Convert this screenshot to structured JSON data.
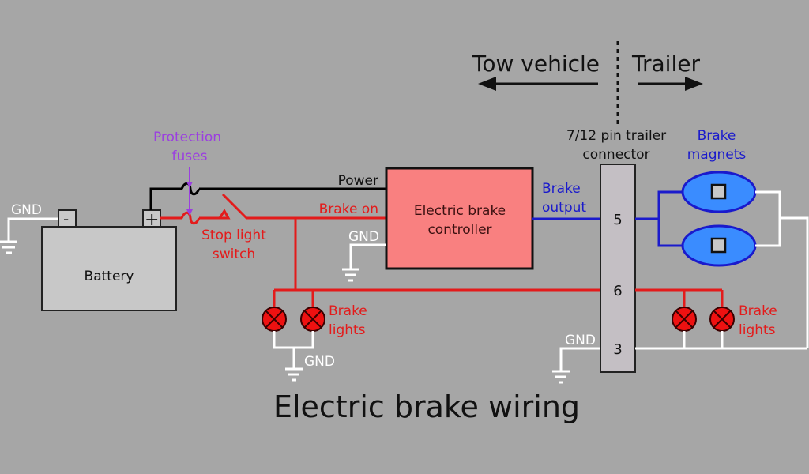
{
  "title": "Electric brake wiring",
  "header": {
    "left": "Tow vehicle",
    "right": "Trailer"
  },
  "colors": {
    "background": "#a6a6a6",
    "power": "#000000",
    "brake_on": "#e31b1b",
    "brake_output": "#1a1acc",
    "ground": "#ffffff",
    "fuse_label": "#9b3fe0",
    "controller_fill": "#f98080",
    "magnet_fill": "#3a8cff",
    "lamp_fill": "#ee1111",
    "battery_fill": "#c8c8c8",
    "connector_fill": "#c4bfc4"
  },
  "battery": {
    "label": "Battery",
    "neg_terminal": "-",
    "pos_terminal": "+",
    "gnd_label": "GND"
  },
  "fuses": {
    "label_line1": "Protection",
    "label_line2": "fuses"
  },
  "stop_switch": {
    "label_line1": "Stop light",
    "label_line2": "switch"
  },
  "wires": {
    "power": "Power",
    "brake_on": "Brake on",
    "brake_output_line1": "Brake",
    "brake_output_line2": "output"
  },
  "controller": {
    "label_line1": "Electric brake",
    "label_line2": "controller",
    "gnd_label": "GND"
  },
  "tow_lights": {
    "label_line1": "Brake",
    "label_line2": "lights",
    "gnd_label": "GND"
  },
  "connector": {
    "label_line1": "7/12 pin trailer",
    "label_line2": "connector",
    "pins": [
      "5",
      "6",
      "3"
    ],
    "gnd_label": "GND"
  },
  "magnets": {
    "label_line1": "Brake",
    "label_line2": "magnets"
  },
  "trailer_lights": {
    "label_line1": "Brake",
    "label_line2": "lights"
  }
}
